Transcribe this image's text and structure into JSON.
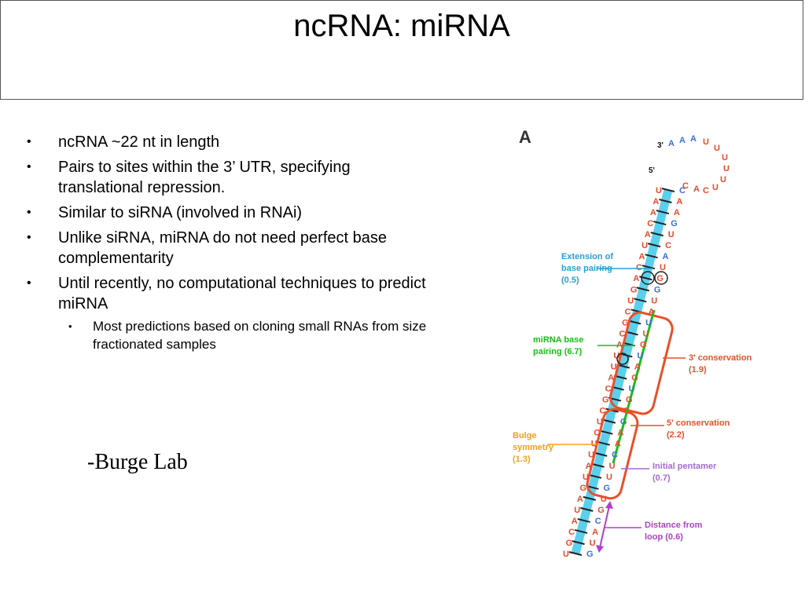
{
  "slide": {
    "title": "ncRNA: miRNA",
    "bullets": [
      "ncRNA ~22 nt in length",
      "Pairs to sites within the 3’ UTR, specifying translational repression.",
      "Similar to siRNA (involved in RNAi)",
      "Unlike siRNA, miRNA do not need perfect base complementarity",
      "Until recently, no computational techniques to predict miRNA"
    ],
    "sub_bullets": [
      "Most predictions based on cloning small RNAs from size fractionated samples"
    ],
    "credit": "-Burge Lab"
  },
  "figure": {
    "panel_label": "A",
    "end_labels": {
      "three_prime": "3'",
      "five_prime": "5'"
    },
    "annotations": {
      "extension": {
        "line1": "Extension of",
        "line2": "base pairing",
        "line3": "(0.5)",
        "color": "#2a9fd6"
      },
      "mirna_pairing": {
        "line1": "miRNA base",
        "line2": "pairing  (6.7)",
        "color": "#16c016"
      },
      "three_conservation": {
        "line1": "3' conservation",
        "line2": "(1.9)",
        "color": "#e8502a"
      },
      "five_conservation": {
        "line1": "5' conservation",
        "line2": "(2.2)",
        "color": "#e8502a"
      },
      "bulge": {
        "line1": "Bulge",
        "line2": "symmetry",
        "line3": "(1.3)",
        "color": "#f0a020"
      },
      "initial_pentamer": {
        "line1": "Initial pentamer",
        "line2": "(0.7)",
        "color": "#a46ad6"
      },
      "distance_loop": {
        "line1": "Distance from",
        "line2": "loop (0.6)",
        "color": "#b03fc8"
      }
    },
    "colors": {
      "stem": "#5ad0ee",
      "red_nt": "#e84a2a",
      "blue_nt": "#3a6fe0",
      "conservation": "#e8502a"
    }
  }
}
